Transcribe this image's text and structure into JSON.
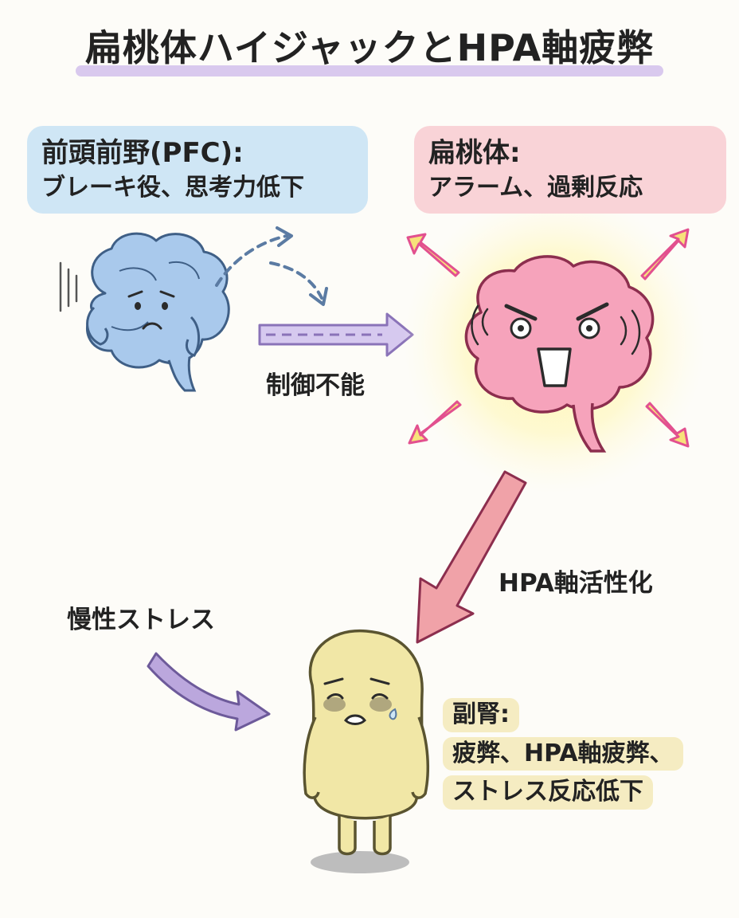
{
  "title": "扁桃体ハイジャックとHPA軸疲弊",
  "pfc": {
    "heading": "前頭前野(PFC):",
    "description": "ブレーキ役、思考力低下"
  },
  "amygdala": {
    "heading": "扁桃体:",
    "description": "アラーム、過剰反応"
  },
  "arrows": {
    "loss_of_control": "制御不能",
    "hpa_activation": "HPA軸活性化",
    "chronic_stress": "慢性ストレス"
  },
  "adrenal": {
    "heading": "副腎:",
    "line1": "疲弊、HPA軸疲弊、",
    "line2": "ストレス反応低下"
  },
  "colors": {
    "pfc": "#a9c9ec",
    "amygdala": "#f6a3bb",
    "adrenal": "#f1e7a6",
    "arrow_purple": "#bba7dd",
    "arrow_pink": "#f0a2a8"
  }
}
